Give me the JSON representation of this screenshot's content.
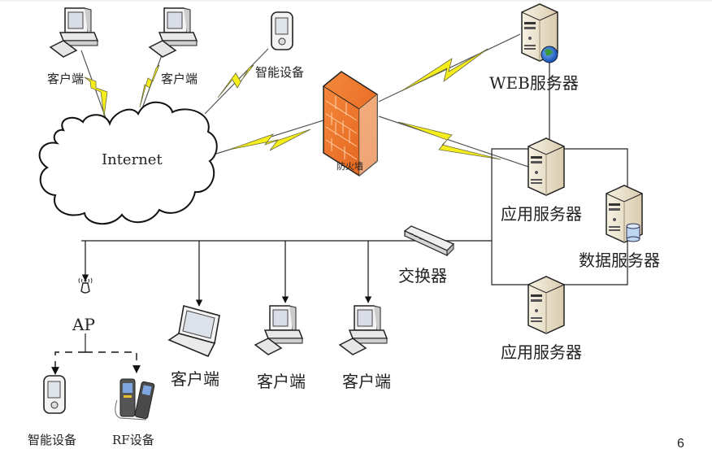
{
  "diagram": {
    "type": "network-topology",
    "nodes": {
      "internet": {
        "label": "Internet",
        "icon": "cloud-icon"
      },
      "client_top_1": {
        "label": "客户端",
        "icon": "desktop-computer-icon"
      },
      "client_top_2": {
        "label": "客户端",
        "icon": "desktop-computer-icon"
      },
      "smart_device_top": {
        "label": "智能设备",
        "icon": "pda-icon"
      },
      "firewall": {
        "label": "防火墙",
        "icon": "firewall-icon"
      },
      "web_server": {
        "label": "WEB服务器",
        "icon": "web-server-icon"
      },
      "app_server_1": {
        "label": "应用服务器",
        "icon": "server-icon"
      },
      "app_server_2": {
        "label": "应用服务器",
        "icon": "server-icon"
      },
      "data_server": {
        "label": "数据服务器",
        "icon": "database-server-icon"
      },
      "switch": {
        "label": "交换器",
        "icon": "switch-icon"
      },
      "ap": {
        "label": "AP",
        "icon": "wireless-ap-icon"
      },
      "client_laptop": {
        "label": "客户端",
        "icon": "laptop-icon"
      },
      "client_bottom_1": {
        "label": "客户端",
        "icon": "desktop-computer-icon"
      },
      "client_bottom_2": {
        "label": "客户端",
        "icon": "desktop-computer-icon"
      },
      "smart_device_bottom": {
        "label": "智能设备",
        "icon": "pda-icon"
      },
      "rf_device": {
        "label": "RF设备",
        "icon": "rf-scanner-icon"
      }
    },
    "edges": [
      {
        "from": "client_top_1",
        "to": "internet",
        "style": "wireless"
      },
      {
        "from": "client_top_2",
        "to": "internet",
        "style": "wireless"
      },
      {
        "from": "smart_device_top",
        "to": "internet",
        "style": "wireless"
      },
      {
        "from": "internet",
        "to": "firewall",
        "style": "wireless"
      },
      {
        "from": "firewall",
        "to": "web_server",
        "style": "wireless"
      },
      {
        "from": "firewall",
        "to": "app_server_1",
        "style": "wireless"
      },
      {
        "from": "web_server",
        "to": "app_server_1",
        "style": "solid"
      },
      {
        "from": "app_server_1",
        "to": "data_server",
        "style": "solid"
      },
      {
        "from": "app_server_2",
        "to": "data_server",
        "style": "solid"
      },
      {
        "from": "switch",
        "to": "app_server_1",
        "style": "solid"
      },
      {
        "from": "switch",
        "to": "ap",
        "style": "solid-arrow"
      },
      {
        "from": "switch",
        "to": "client_laptop",
        "style": "solid-arrow"
      },
      {
        "from": "switch",
        "to": "client_bottom_1",
        "style": "solid-arrow"
      },
      {
        "from": "switch",
        "to": "client_bottom_2",
        "style": "solid-arrow"
      },
      {
        "from": "ap",
        "to": "smart_device_bottom",
        "style": "dashed-arrow"
      },
      {
        "from": "ap",
        "to": "rf_device",
        "style": "dashed-arrow"
      }
    ]
  },
  "colors": {
    "lightning": "#f5ee1c",
    "lightning_stroke": "#8a8a3a",
    "firewall": "#f07a2a",
    "server_body": "#eee4cf",
    "line": "#222222"
  },
  "page_number": "6"
}
